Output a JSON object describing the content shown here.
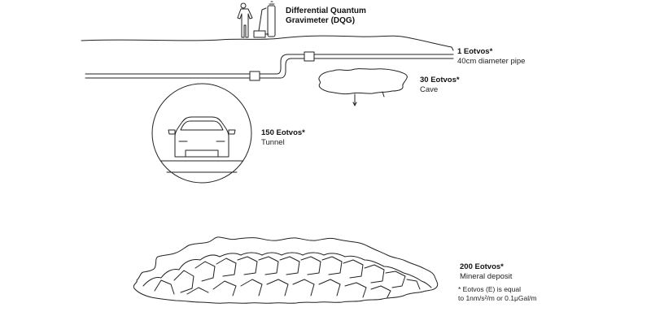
{
  "title": {
    "line1": "Differential Quantum",
    "line2": "Gravimeter (DQG)"
  },
  "labels": {
    "pipe": {
      "value": "1 Eotvos*",
      "desc": "40cm diameter pipe"
    },
    "cave": {
      "value": "30 Eotvos*",
      "desc": "Cave"
    },
    "tunnel": {
      "value": "150 Eotvos*",
      "desc": "Tunnel"
    },
    "deposit": {
      "value": "200 Eotvos*",
      "desc": "Mineral deposit"
    }
  },
  "footnote": {
    "line1": "* Eotvos (E) is equal",
    "line2": "to 1nm/s²/m or 0.1μGal/m"
  },
  "colors": {
    "stroke": "#222222",
    "background": "#ffffff"
  },
  "icons": {
    "person": "person-figure",
    "gravimeter": "gravimeter-device",
    "car": "car-icon"
  }
}
